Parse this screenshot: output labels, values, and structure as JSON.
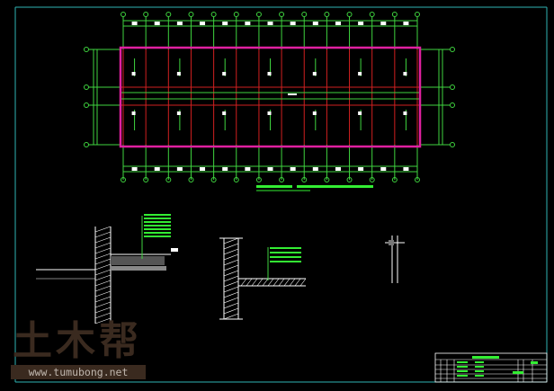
{
  "watermark": {
    "logo_text": "土木帮",
    "url": "www.tumubong.net"
  },
  "colors": {
    "background": "#000000",
    "frame": "#2fb3b3",
    "grid": "#3fd43f",
    "beam": "#d02020",
    "outline": "#e020a0",
    "detail": "#ffffff",
    "annotation": "#33ee33"
  },
  "plan": {
    "bays": 13,
    "rows": 3
  }
}
